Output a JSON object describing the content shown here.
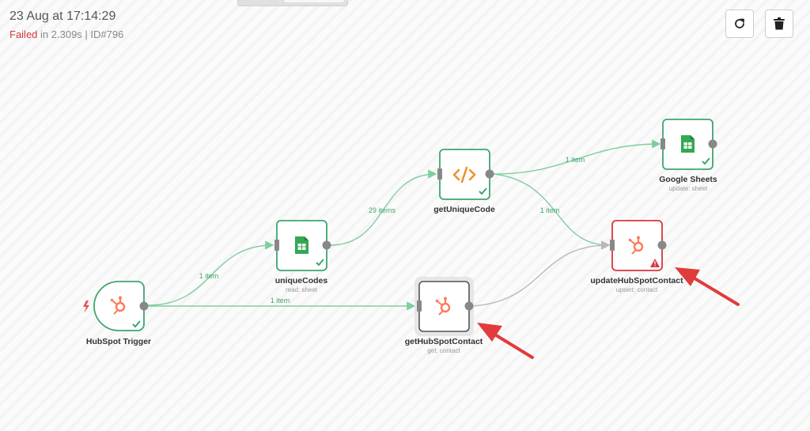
{
  "execution": {
    "date": "23 Aug at 17:14:29",
    "status_word": "Failed",
    "status_rest": " in 2.309s | ID#796"
  },
  "toolbar": {
    "retry_icon": "retry-icon",
    "delete_icon": "trash-icon"
  },
  "nodes": {
    "hubspot_trigger": {
      "title": "HubSpot Trigger",
      "subtitle": "",
      "icon": "hubspot-icon",
      "state": "success"
    },
    "unique_codes": {
      "title": "uniqueCodes",
      "subtitle": "read: sheet",
      "icon": "google-sheets-icon",
      "state": "success"
    },
    "get_unique_code": {
      "title": "getUniqueCode",
      "subtitle": "",
      "icon": "code-icon",
      "state": "success"
    },
    "google_sheets": {
      "title": "Google Sheets",
      "subtitle": "update: sheet",
      "icon": "google-sheets-icon",
      "state": "success"
    },
    "update_hubspot_contact": {
      "title": "updateHubSpotContact",
      "subtitle": "upsert: contact",
      "icon": "hubspot-icon",
      "state": "error"
    },
    "get_hubspot_contact": {
      "title": "getHubSpotContact",
      "subtitle": "get: contact",
      "icon": "hubspot-icon",
      "state": "idle"
    }
  },
  "edges": {
    "trigger_to_unique": "1 item",
    "trigger_to_get": "1 item",
    "unique_to_code": "29 items",
    "code_to_sheets": "1 item",
    "code_to_update": "1 item"
  },
  "colors": {
    "success": "#3da66f",
    "error": "#d9363e",
    "idle": "#555555",
    "hubspot": "#ff7a59",
    "sheets": "#34a853",
    "code": "#f0902e",
    "arrow": "#e23b3b"
  }
}
